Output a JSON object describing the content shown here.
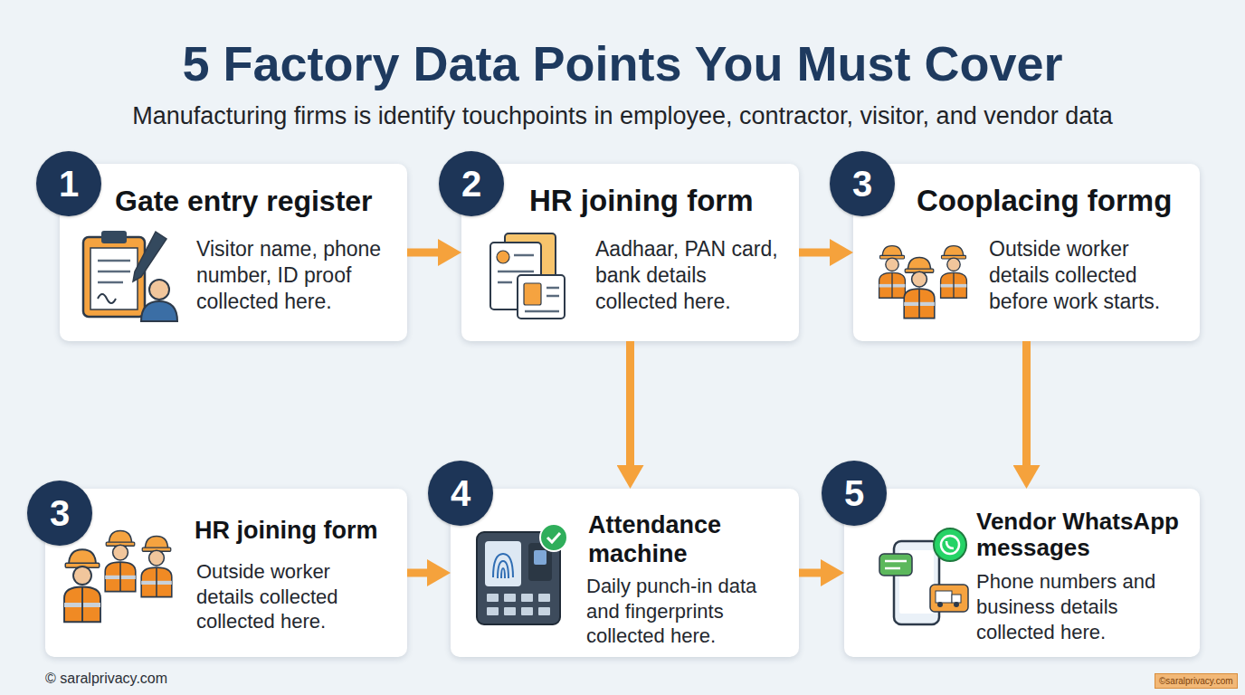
{
  "diagram": {
    "title": "5 Factory Data Points You Must Cover",
    "caption": "Manufacturing firms is identify touchpoints in employee, contractor, visitor, and vendor data",
    "nodes": [
      {
        "text": [
          "Gate entry register",
          "Visitor name, phone number, ID proof collected here."
        ]
      },
      {
        "text": [
          "1"
        ],
        "in": 0
      },
      {
        "text": [
          "HR joining form",
          "Aadhaar, PAN card, bank details collected here."
        ]
      },
      {
        "text": [
          "2"
        ],
        "in": 2
      },
      {
        "text": [
          "Cooplacing formg",
          "Outside worker details collected before work starts."
        ]
      },
      {
        "text": [
          "3"
        ],
        "in": 4
      },
      {
        "text": [
          "HR joining form",
          "Outside worker details collected collected here."
        ]
      },
      {
        "text": [
          "3"
        ],
        "in": 6
      },
      {
        "text": [
          "Attendance machine",
          "Daily punch-in data and fingerprints collected here."
        ]
      },
      {
        "text": [
          "4"
        ],
        "in": 8
      },
      {
        "text": [
          "Vendor WhatsApp messages",
          "Phone numbers and business details collected here."
        ]
      },
      {
        "text": [
          "5"
        ],
        "in": 10
      }
    ],
    "edges": [
      {
        "from": 0,
        "to": 2,
        "arrow": "to"
      },
      {
        "from": 2,
        "to": 4,
        "arrow": "to"
      },
      {
        "from": 2,
        "to": 8,
        "arrow": "to"
      },
      {
        "from": 4,
        "to": 10,
        "arrow": "to"
      },
      {
        "from": 6,
        "to": 8,
        "arrow": "to"
      },
      {
        "from": 8,
        "to": 10,
        "arrow": "to"
      }
    ],
    "labels": [
      "© saralprivacy.com",
      "©saralprivacy.com"
    ]
  }
}
